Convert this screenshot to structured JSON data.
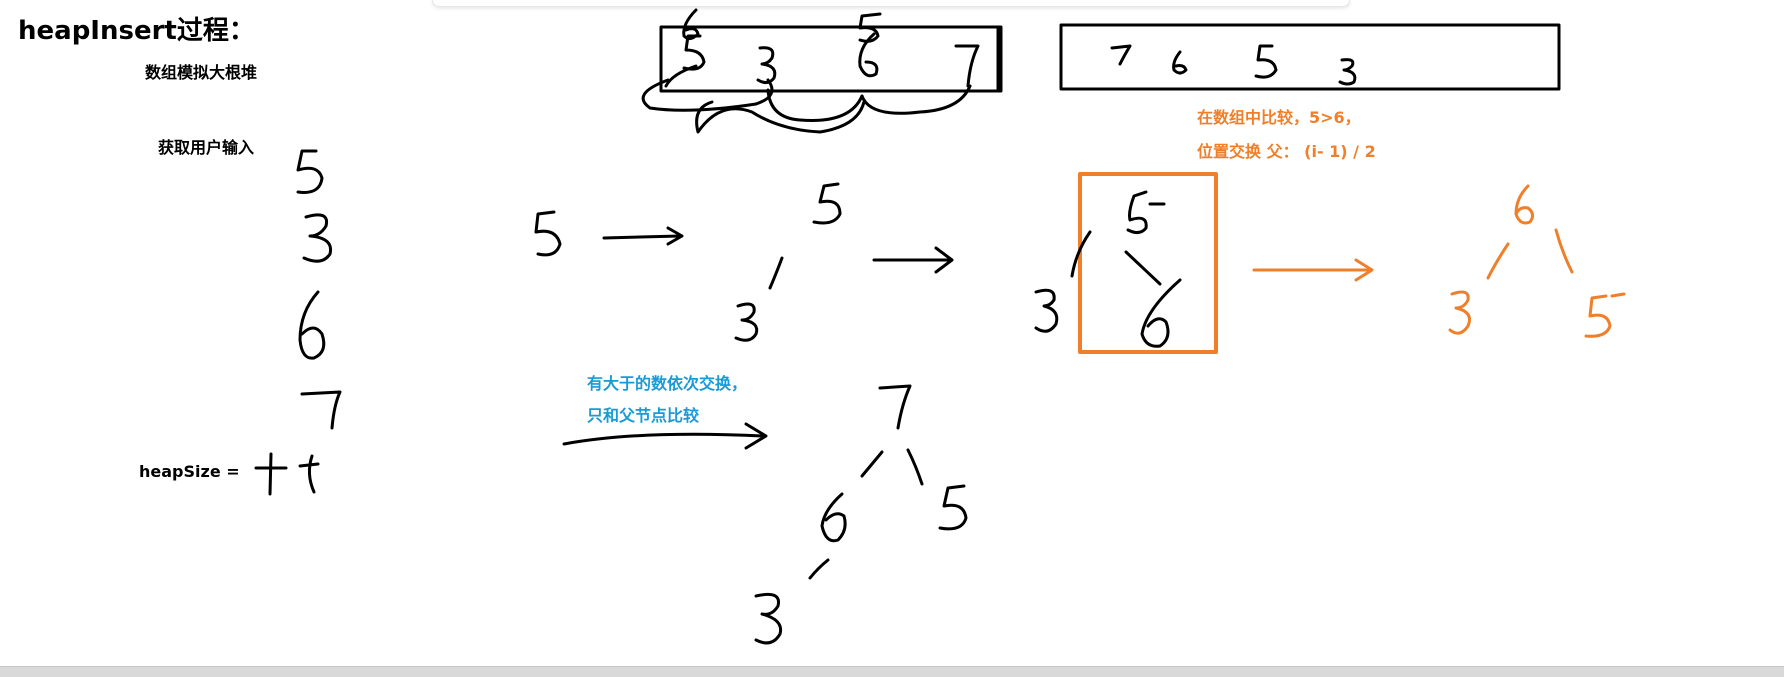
{
  "page": {
    "title": "heapInsert过程："
  },
  "labels": {
    "array_sim": "数组模拟大根堆",
    "user_input": "获取用户输入",
    "heap_size": "heapSize ="
  },
  "notes": {
    "orange_line1": "在数组中比较，5>6，",
    "orange_line2": "位置交换 父： (i- 1) / 2",
    "blue_line1": "有大于的数依次交换，",
    "blue_line2": "只和父节点比较"
  },
  "colors": {
    "ink": "#000000",
    "accent_orange": "#f07f2a",
    "accent_blue": "#1a9ad6"
  }
}
